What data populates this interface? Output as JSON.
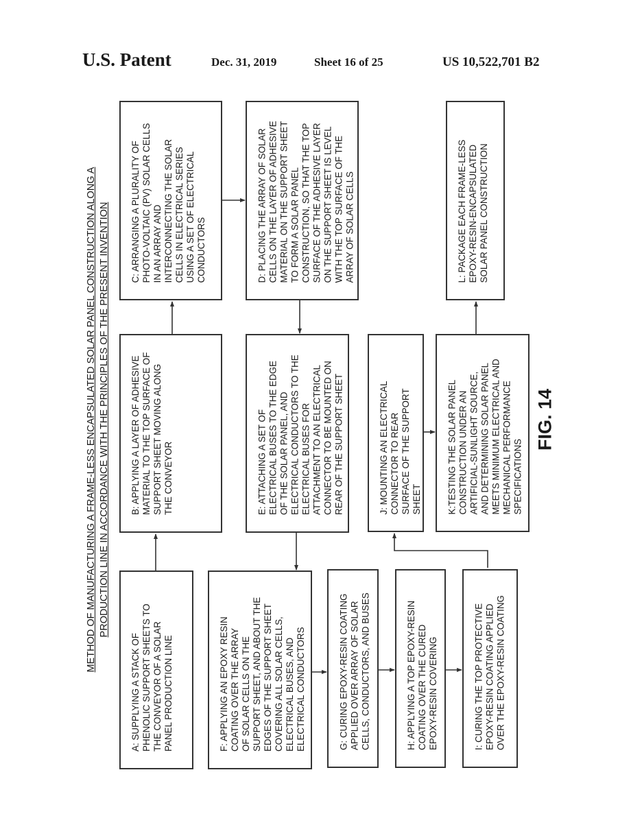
{
  "header": {
    "publication": "U.S. Patent",
    "date": "Dec. 31, 2019",
    "sheet": "Sheet 16 of 25",
    "patent_number": "US 10,522,701 B2"
  },
  "title": {
    "line1": "METHOD OF MANUFACTURING A FRAME-LESS ENCAPSULATED SOLAR PANEL CONSTRUCTION ALONG A",
    "line2": "PRODUCTION LINE IN ACCORDANCE WITH THE PRINCIPLES OF THE PRESENT INVENTION"
  },
  "steps": {
    "A": [
      "A: SUPPLYING A STACK OF",
      "PHENOLIC SUPPORT SHEETS TO",
      "THE CONVEYOR OF A SOLAR",
      "PANEL PRODUCTION LINE"
    ],
    "B": [
      "B: APPLYING A LAYER OF ADHESIVE",
      "MATERIAL TO THE TOP SURFACE OF",
      "SUPPORT SHEET MOVING ALONG",
      "THE CONVEYOR"
    ],
    "C": [
      "C: ARRANGING A PLURALITY OF",
      "PHOTO-VOLTAIC (PV) SOLAR CELLS",
      "IN AN ARRAY AND",
      "INTERCONNECTING THE SOLAR",
      "CELLS IN ELECTRICAL SERIES",
      "USING A SET OF ELECTRICAL",
      "CONDUCTORS"
    ],
    "D": [
      "D: PLACING THE ARRAY OF SOLAR",
      "CELLS ON THE LAYER OF ADHESIVE",
      "MATERIAL ON THE SUPPORT SHEET",
      "TO FORM A SOLAR PANEL",
      "CONSTRUCTION, SO THAT THE TOP",
      "SURFACE OF THE ADHESIVE LAYER",
      "ON THE SUPPORT SHEET IS LEVEL",
      "WITH THE TOP SURFACE OF THE",
      "ARRAY OF SOLAR CELLS"
    ],
    "E": [
      "E: ATTACHING A SET OF",
      "ELECTRICAL BUSES TO THE EDGE",
      "OF THE SOLAR PANEL, AND",
      "ELECTRICAL CONDUCTORS TO THE",
      "ELECTRICAL BUSES FOR",
      "ATTACHMENT TO AN ELECTRICAL",
      "CONNECTOR TO BE MOUNTED ON",
      "REAR OF THE SUPPORT SHEET"
    ],
    "F": [
      "F: APPLYING AN EPOXY RESIN",
      "COATING OVER THE ARRAY",
      "OF SOLAR CELLS ON THE",
      "SUPPORT SHEET, AND ABOUT THE",
      "EDGES OF THE SUPPORT SHEET",
      "COVERING ALL SOLAR CELLS,",
      "ELECTRICAL BUSES, AND",
      "ELECTRICAL CONDUCTORS"
    ],
    "G": [
      "G: CURING EPOXY-RESIN COATING",
      "APPLIED OVER ARRAY OF SOLAR",
      "CELLS, CONDUCTORS, AND BUSES"
    ],
    "H": [
      "H: APPLYING A TOP EPOXY-RESIN",
      "COATING OVER THE CURED",
      "EPOXY-RESIN COVERING"
    ],
    "I": [
      "I: CURING THE TOP PROTECTIVE",
      "EPOXY-RESIN COATING APPLIED",
      "OVER THE EPOXY-RESIN COATING"
    ],
    "J": [
      "J: MOUNTING AN ELECTRICAL",
      "CONNECTOR TO REAR",
      "SURFACE OF THE SUPPORT",
      "SHEET"
    ],
    "K": [
      "K:TESTING THE SOLAR PANEL",
      "CONSTRUCTION UNDER AN",
      "ARTIFICIAL-SUNLIGHT SOURCE,",
      "AND DETERMINING SOLAR PANEL",
      "MEETS MINIMUM ELECTRICAL AND",
      "MECHANICAL PERFORMANCE",
      "SPECIFICATIONS"
    ],
    "L": [
      "L: PACKAGE EACH FRAME-LESS",
      "EPOXY-RESIN-ENCAPSULATED",
      "SOLAR PANEL CONSTRUCTION"
    ]
  },
  "figure_label": "FIG. 14"
}
